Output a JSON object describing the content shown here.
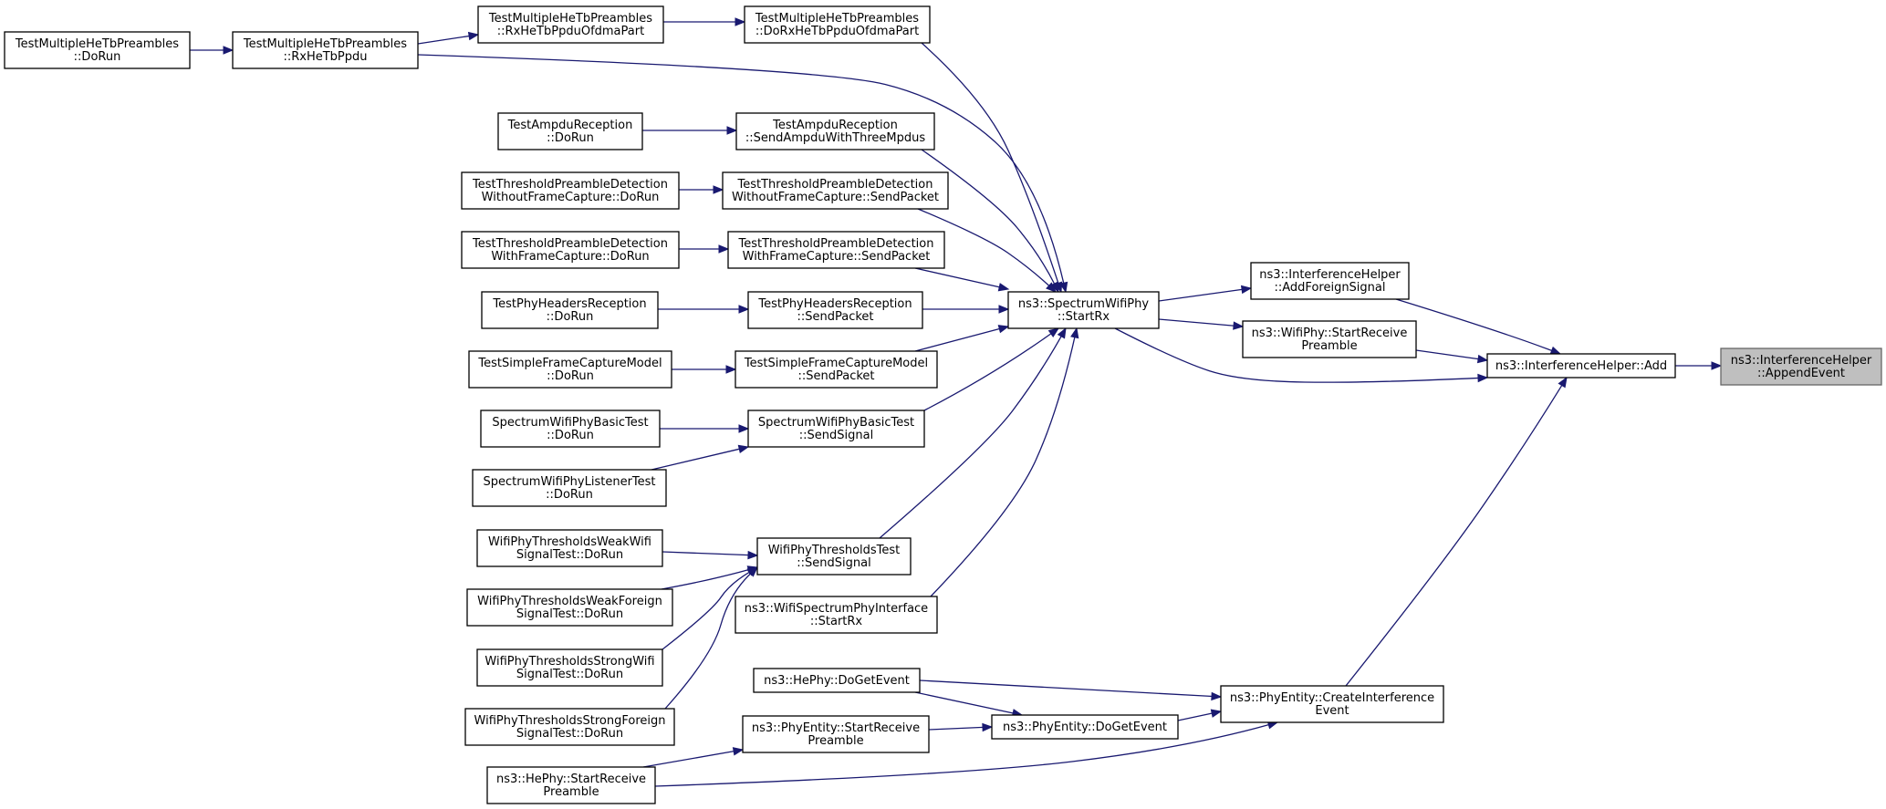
{
  "diagram": {
    "colors": {
      "edge": "#191970",
      "node_border": "#000000",
      "node_fill": "#ffffff",
      "current_node_fill": "#bfbfbf"
    },
    "nodes": [
      {
        "id": "tmh_dorun",
        "lines": [
          "TestMultipleHeTbPreambles",
          "::DoRun"
        ]
      },
      {
        "id": "tmh_rxhetbppdu",
        "lines": [
          "TestMultipleHeTbPreambles",
          "::RxHeTbPpdu"
        ]
      },
      {
        "id": "tmh_rxofdma",
        "lines": [
          "TestMultipleHeTbPreambles",
          "::RxHeTbPpduOfdmaPart"
        ]
      },
      {
        "id": "tmh_dorxofdma",
        "lines": [
          "TestMultipleHeTbPreambles",
          "::DoRxHeTbPpduOfdmaPart"
        ]
      },
      {
        "id": "tampdu_dorun",
        "lines": [
          "TestAmpduReception",
          "::DoRun"
        ]
      },
      {
        "id": "tampdu_send",
        "lines": [
          "TestAmpduReception",
          "::SendAmpduWithThreeMpdus"
        ]
      },
      {
        "id": "ttpd_wo_dorun",
        "lines": [
          "TestThresholdPreambleDetection",
          "WithoutFrameCapture::DoRun"
        ]
      },
      {
        "id": "ttpd_wo_send",
        "lines": [
          "TestThresholdPreambleDetection",
          "WithoutFrameCapture::SendPacket"
        ]
      },
      {
        "id": "ttpd_w_dorun",
        "lines": [
          "TestThresholdPreambleDetection",
          "WithFrameCapture::DoRun"
        ]
      },
      {
        "id": "ttpd_w_send",
        "lines": [
          "TestThresholdPreambleDetection",
          "WithFrameCapture::SendPacket"
        ]
      },
      {
        "id": "tphr_dorun",
        "lines": [
          "TestPhyHeadersReception",
          "::DoRun"
        ]
      },
      {
        "id": "tphr_send",
        "lines": [
          "TestPhyHeadersReception",
          "::SendPacket"
        ]
      },
      {
        "id": "tsfcm_dorun",
        "lines": [
          "TestSimpleFrameCaptureModel",
          "::DoRun"
        ]
      },
      {
        "id": "tsfcm_send",
        "lines": [
          "TestSimpleFrameCaptureModel",
          "::SendPacket"
        ]
      },
      {
        "id": "swpbt_dorun",
        "lines": [
          "SpectrumWifiPhyBasicTest",
          "::DoRun"
        ]
      },
      {
        "id": "swpbt_send",
        "lines": [
          "SpectrumWifiPhyBasicTest",
          "::SendSignal"
        ]
      },
      {
        "id": "swplt_dorun",
        "lines": [
          "SpectrumWifiPhyListenerTest",
          "::DoRun"
        ]
      },
      {
        "id": "wptt_send",
        "lines": [
          "WifiPhyThresholdsTest",
          "::SendSignal"
        ]
      },
      {
        "id": "wptww_dorun",
        "lines": [
          "WifiPhyThresholdsWeakWifi",
          "SignalTest::DoRun"
        ]
      },
      {
        "id": "wptwf_dorun",
        "lines": [
          "WifiPhyThresholdsWeakForeign",
          "SignalTest::DoRun"
        ]
      },
      {
        "id": "wptsw_dorun",
        "lines": [
          "WifiPhyThresholdsStrongWifi",
          "SignalTest::DoRun"
        ]
      },
      {
        "id": "wptsf_dorun",
        "lines": [
          "WifiPhyThresholdsStrongForeign",
          "SignalTest::DoRun"
        ]
      },
      {
        "id": "wspi_startrx",
        "lines": [
          "ns3::WifiSpectrumPhyInterface",
          "::StartRx"
        ]
      },
      {
        "id": "swp_startrx",
        "lines": [
          "ns3::SpectrumWifiPhy",
          "::StartRx"
        ]
      },
      {
        "id": "ih_addforeign",
        "lines": [
          "ns3::InterferenceHelper",
          "::AddForeignSignal"
        ]
      },
      {
        "id": "wp_startreceive",
        "lines": [
          "ns3::WifiPhy::StartReceive",
          "Preamble"
        ]
      },
      {
        "id": "ih_add",
        "lines": [
          "ns3::InterferenceHelper::Add"
        ]
      },
      {
        "id": "ih_append",
        "lines": [
          "ns3::InterferenceHelper",
          "::AppendEvent"
        ],
        "current": true
      },
      {
        "id": "hephy_doget",
        "lines": [
          "ns3::HePhy::DoGetEvent"
        ]
      },
      {
        "id": "pe_startreceive",
        "lines": [
          "ns3::PhyEntity::StartReceive",
          "Preamble"
        ]
      },
      {
        "id": "hephy_startreceive",
        "lines": [
          "ns3::HePhy::StartReceive",
          "Preamble"
        ]
      },
      {
        "id": "pe_doget",
        "lines": [
          "ns3::PhyEntity::DoGetEvent"
        ]
      },
      {
        "id": "pe_createinterference",
        "lines": [
          "ns3::PhyEntity::CreateInterference",
          "Event"
        ]
      }
    ],
    "edges": [
      {
        "from": "tmh_dorun",
        "to": "tmh_rxhetbppdu"
      },
      {
        "from": "tmh_rxhetbppdu",
        "to": "tmh_rxofdma"
      },
      {
        "from": "tmh_rxofdma",
        "to": "tmh_dorxofdma"
      },
      {
        "from": "tmh_dorxofdma",
        "to": "swp_startrx"
      },
      {
        "from": "tmh_rxhetbppdu",
        "to": "swp_startrx"
      },
      {
        "from": "tampdu_dorun",
        "to": "tampdu_send"
      },
      {
        "from": "tampdu_send",
        "to": "swp_startrx"
      },
      {
        "from": "ttpd_wo_dorun",
        "to": "ttpd_wo_send"
      },
      {
        "from": "ttpd_wo_send",
        "to": "swp_startrx"
      },
      {
        "from": "ttpd_w_dorun",
        "to": "ttpd_w_send"
      },
      {
        "from": "ttpd_w_send",
        "to": "swp_startrx"
      },
      {
        "from": "tphr_dorun",
        "to": "tphr_send"
      },
      {
        "from": "tphr_send",
        "to": "swp_startrx"
      },
      {
        "from": "tsfcm_dorun",
        "to": "tsfcm_send"
      },
      {
        "from": "tsfcm_send",
        "to": "swp_startrx"
      },
      {
        "from": "swpbt_dorun",
        "to": "swpbt_send"
      },
      {
        "from": "swplt_dorun",
        "to": "swpbt_send"
      },
      {
        "from": "swpbt_send",
        "to": "swp_startrx"
      },
      {
        "from": "wptww_dorun",
        "to": "wptt_send"
      },
      {
        "from": "wptwf_dorun",
        "to": "wptt_send"
      },
      {
        "from": "wptsw_dorun",
        "to": "wptt_send"
      },
      {
        "from": "wptsf_dorun",
        "to": "wptt_send"
      },
      {
        "from": "wptt_send",
        "to": "swp_startrx"
      },
      {
        "from": "wspi_startrx",
        "to": "swp_startrx"
      },
      {
        "from": "swp_startrx",
        "to": "ih_addforeign"
      },
      {
        "from": "swp_startrx",
        "to": "wp_startreceive"
      },
      {
        "from": "swp_startrx",
        "to": "ih_add"
      },
      {
        "from": "ih_addforeign",
        "to": "ih_add"
      },
      {
        "from": "wp_startreceive",
        "to": "ih_add"
      },
      {
        "from": "ih_add",
        "to": "ih_append"
      },
      {
        "from": "hephy_doget",
        "to": "pe_createinterference"
      },
      {
        "from": "hephy_doget",
        "to": "pe_doget"
      },
      {
        "from": "pe_startreceive",
        "to": "pe_doget"
      },
      {
        "from": "hephy_startreceive",
        "to": "pe_startreceive"
      },
      {
        "from": "hephy_startreceive",
        "to": "pe_createinterference"
      },
      {
        "from": "pe_doget",
        "to": "pe_createinterference"
      },
      {
        "from": "pe_createinterference",
        "to": "ih_add"
      }
    ]
  }
}
